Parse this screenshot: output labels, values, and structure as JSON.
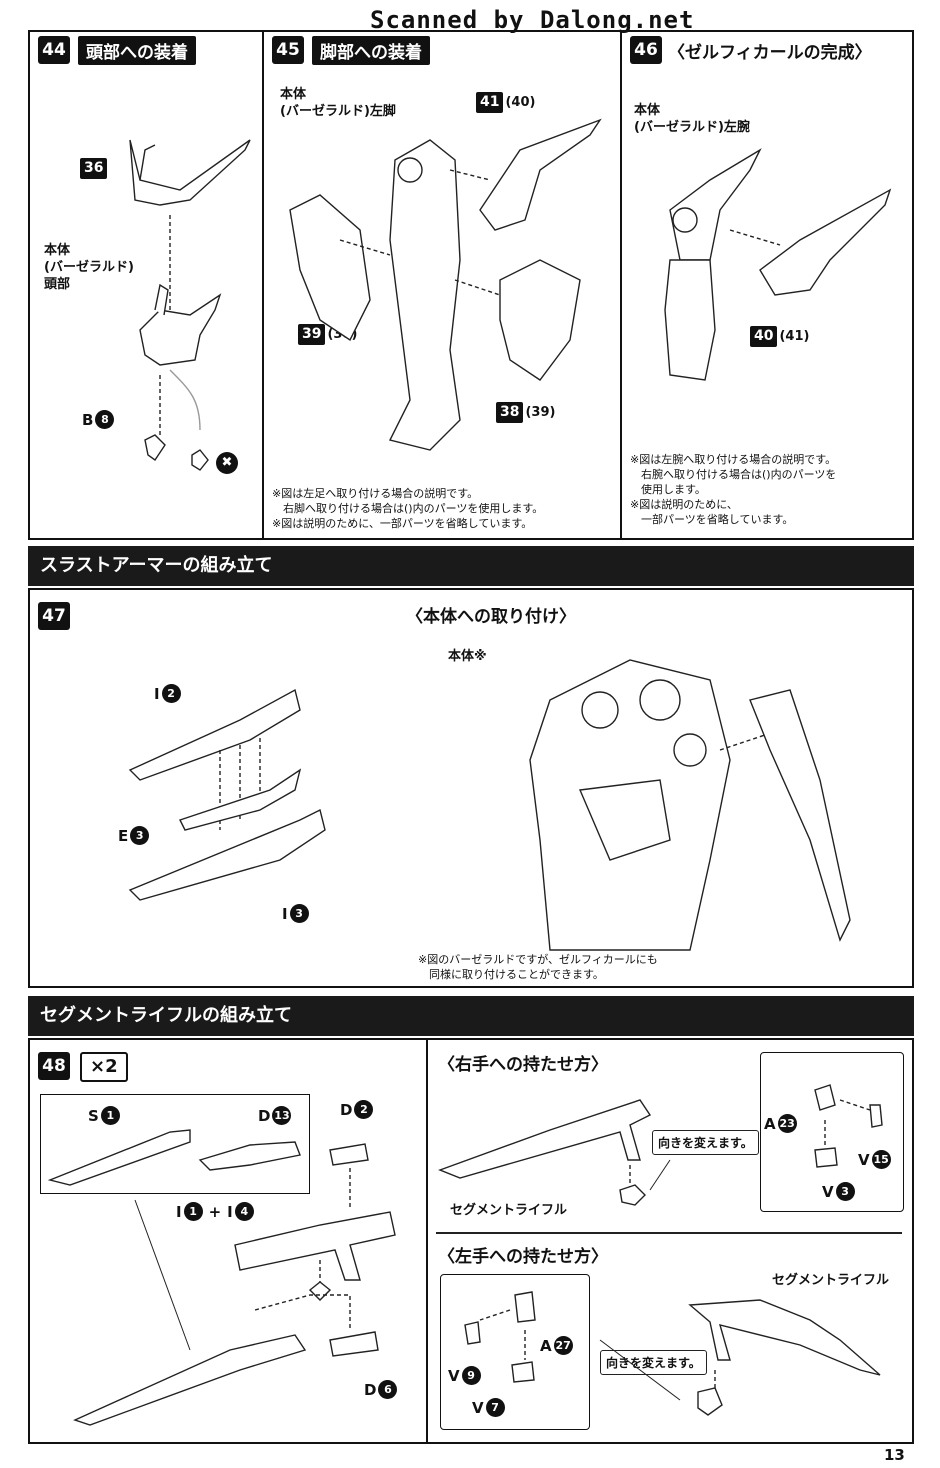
{
  "watermark": "Scanned by Dalong.net",
  "page_number": "13",
  "step44": {
    "number": "44",
    "title": "頭部への装着",
    "label_body": "本体\n(バーゼラルド)\n頭部",
    "part_36": "36",
    "part_b": "B",
    "part_b_num": "8",
    "discard": "✖"
  },
  "step45": {
    "number": "45",
    "title": "脚部への装着",
    "label_body": "本体\n(バーゼラルド)左脚",
    "part_41": "41",
    "part_41_alt": "(40)",
    "part_39": "39",
    "part_39_alt": "(38)",
    "part_38": "38",
    "part_38_alt": "(39)",
    "note": "※図は左足へ取り付ける場合の説明です。\n　右脚へ取り付ける場合は()内のパーツを使用します。\n※図は説明のために、一部パーツを省略しています。"
  },
  "step46": {
    "number": "46",
    "title": "〈ゼルフィカールの完成〉",
    "label_body": "本体\n(バーゼラルド)左腕",
    "part_40": "40",
    "part_40_alt": "(41)",
    "note": "※図は左腕へ取り付ける場合の説明です。\n　右腕へ取り付ける場合は()内のパーツを\n　使用します。\n※図は説明のために、\n　一部パーツを省略しています。"
  },
  "section_thrust": {
    "title": "スラストアーマーの組み立て"
  },
  "step47": {
    "number": "47",
    "part_i2": "I",
    "part_i2_num": "2",
    "part_e3": "E",
    "part_e3_num": "3",
    "part_i3": "I",
    "part_i3_num": "3",
    "attach_title": "〈本体への取り付け〉",
    "attach_label": "本体※",
    "note": "※図のバーゼラルドですが、ゼルフィカールにも\n　同様に取り付けることができます。"
  },
  "section_rifle": {
    "title": "セグメントライフルの組み立て"
  },
  "step48": {
    "number": "48",
    "multiplier": "×2",
    "part_s1": "S",
    "part_s1_num": "1",
    "part_d13": "D",
    "part_d13_num": "13",
    "part_d2": "D",
    "part_d2_num": "2",
    "part_i1": "I",
    "part_i1_num": "1",
    "plus": "+",
    "part_i4": "I",
    "part_i4_num": "4",
    "part_d6": "D",
    "part_d6_num": "6"
  },
  "right_hand": {
    "title": "〈右手への持たせ方〉",
    "rifle_label": "セグメントライフル",
    "callout": "向きを変えます。",
    "part_a23": "A",
    "part_a23_num": "23",
    "part_v15": "V",
    "part_v15_num": "15",
    "part_v3": "V",
    "part_v3_num": "3"
  },
  "left_hand": {
    "title": "〈左手への持たせ方〉",
    "rifle_label": "セグメントライフル",
    "callout": "向きを変えます。",
    "part_a27": "A",
    "part_a27_num": "27",
    "part_v9": "V",
    "part_v9_num": "9",
    "part_v7": "V",
    "part_v7_num": "7"
  }
}
